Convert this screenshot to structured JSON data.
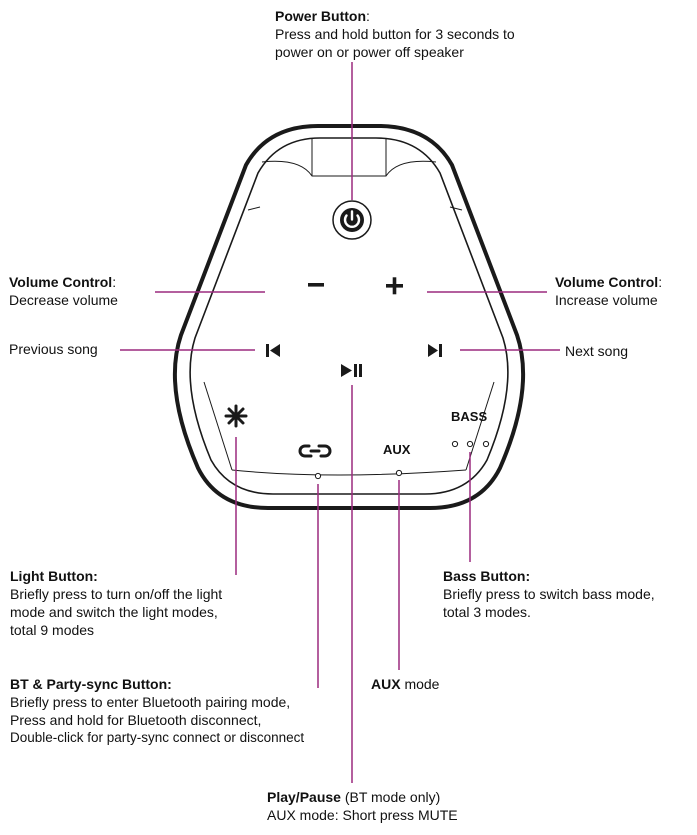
{
  "colors": {
    "leader": "#9b2a7f",
    "outline": "#1a1a1a",
    "text": "#111111"
  },
  "device_labels": {
    "aux": "AUX",
    "bass": "BASS"
  },
  "icons": [
    "power-icon",
    "minus-icon",
    "plus-icon",
    "previous-icon",
    "next-icon",
    "play-pause-icon",
    "light-icon",
    "bt-link-icon"
  ],
  "callouts": {
    "power": {
      "title": "Power Button",
      "suffix": ":",
      "lines": [
        "Press and hold button for 3 seconds to",
        "power on or power off speaker"
      ]
    },
    "volume_down": {
      "title": "Volume Control",
      "suffix": ":",
      "lines": [
        "Decrease volume"
      ]
    },
    "volume_up": {
      "title": "Volume Control",
      "suffix": ":",
      "lines": [
        "Increase volume"
      ]
    },
    "previous": {
      "text": "Previous song"
    },
    "next": {
      "text": "Next song"
    },
    "light": {
      "title": "Light Button:",
      "lines": [
        "Briefly press to turn on/off the light",
        "mode and switch the light modes,",
        "total 9 modes"
      ]
    },
    "bass": {
      "title": "Bass Button:",
      "lines": [
        "Briefly press to switch bass mode,",
        "total 3 modes."
      ]
    },
    "bt": {
      "title": "BT & Party-sync Button:",
      "lines": [
        "Briefly press to enter Bluetooth pairing mode,",
        "Press and hold for Bluetooth disconnect,",
        "Double-click for party-sync connect or disconnect"
      ]
    },
    "aux": {
      "title": "AUX",
      "suffix": " mode"
    },
    "play": {
      "title": "Play/Pause",
      "suffix": " (BT mode only)",
      "lines": [
        "AUX mode: Short press MUTE"
      ]
    }
  }
}
